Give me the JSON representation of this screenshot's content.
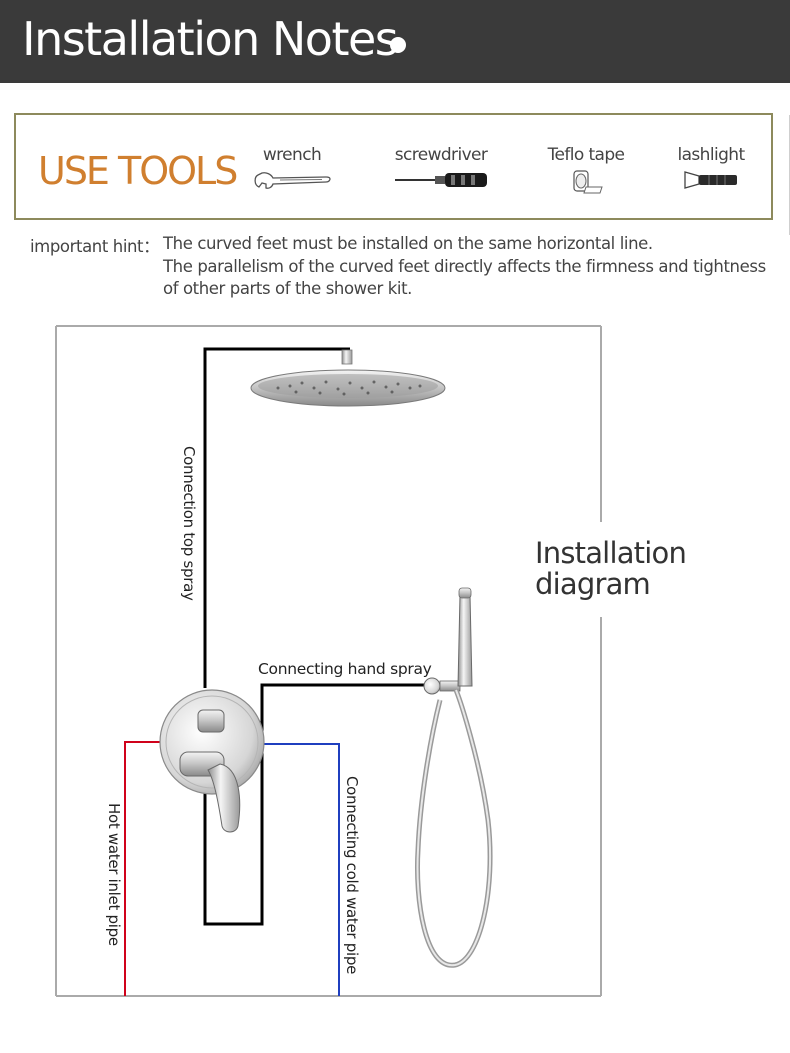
{
  "header": {
    "title": "Installation Notes"
  },
  "tools": {
    "heading": "USE TOOLS",
    "items": [
      {
        "label": "wrench",
        "icon": "wrench-icon"
      },
      {
        "label": "screwdriver",
        "icon": "screwdriver-icon"
      },
      {
        "label": "Teflo tape",
        "icon": "tape-icon"
      },
      {
        "label": "lashlight",
        "icon": "flashlight-icon"
      }
    ]
  },
  "hint": {
    "label": "important hint：",
    "lines": [
      "The curved feet must be installed on the same horizontal line.",
      "The parallelism of the curved feet directly affects the firmness and tightness",
      "of other parts of the shower kit."
    ]
  },
  "diagram": {
    "title_line1": "Installation",
    "title_line2": "diagram",
    "labels": {
      "top_spray": "Connection top spray",
      "hand_spray": "Connecting hand spray",
      "hot_water": "Hot water inlet pipe",
      "cold_water": "Connecting cold water pipe"
    },
    "colors": {
      "hot_pipe": "#d0021b",
      "cold_pipe": "#1f3fbf",
      "connection_pipe": "#000000",
      "frame": "#aaaaaa",
      "tools_border": "#8d8a5c",
      "heading_accent": "#d07f2f",
      "header_bg": "#3a3a3a"
    }
  }
}
